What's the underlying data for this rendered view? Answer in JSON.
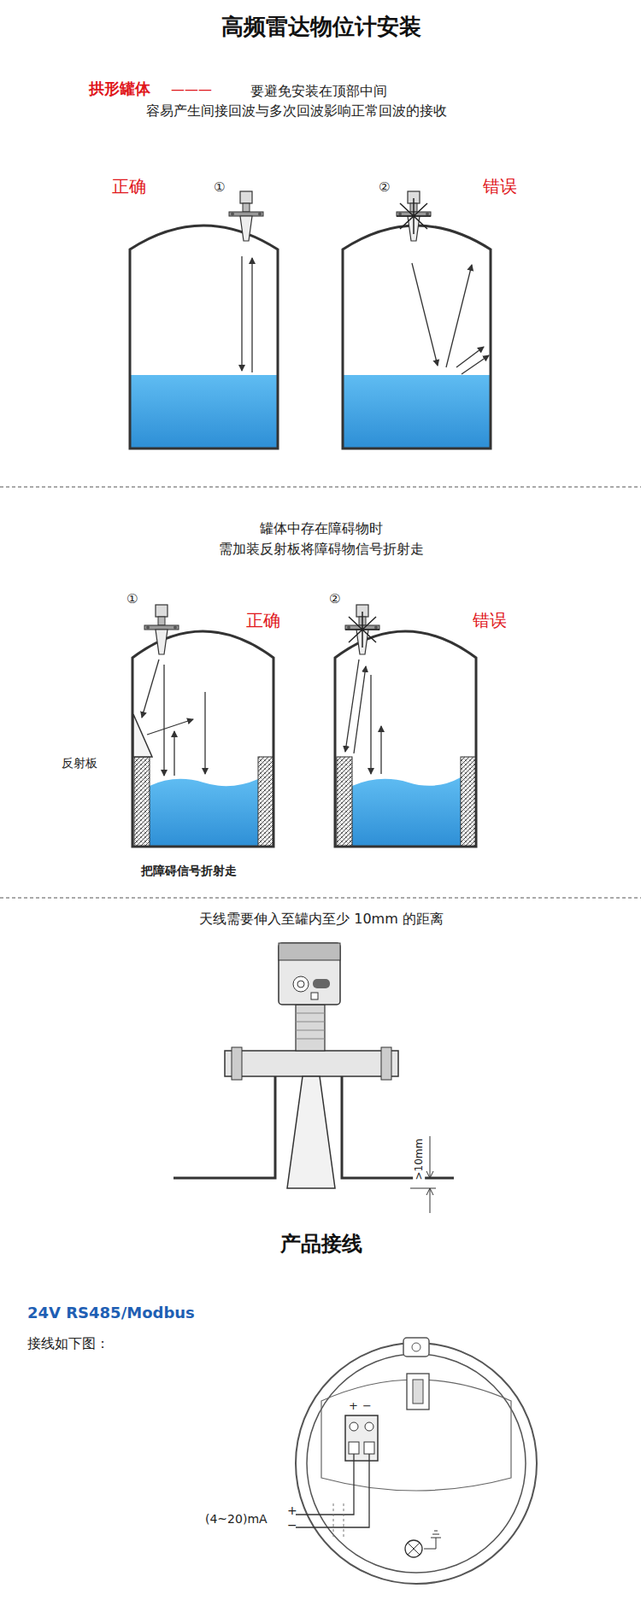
{
  "diagram": {
    "title": "高频雷达物位计安装",
    "labels": [
      "拱形罐体",
      "———",
      "要避免安装在顶部中间",
      "容易产生间接回波与多次回波影响正常回波的接收",
      "正确",
      "①",
      "②",
      "错误",
      "罐体中存在障碍物时",
      "需加装反射板将障碍物信号折射走",
      "①",
      "正确",
      "②",
      "错误",
      "反射板",
      "把障碍信号折射走",
      "天线需要伸入至罐内至少 10mm 的距离",
      ">10mm",
      "产品接线",
      "24V RS485/Modbus",
      "接线如下图：",
      "+",
      "−",
      "(4~20)mA",
      "+",
      "−"
    ]
  }
}
